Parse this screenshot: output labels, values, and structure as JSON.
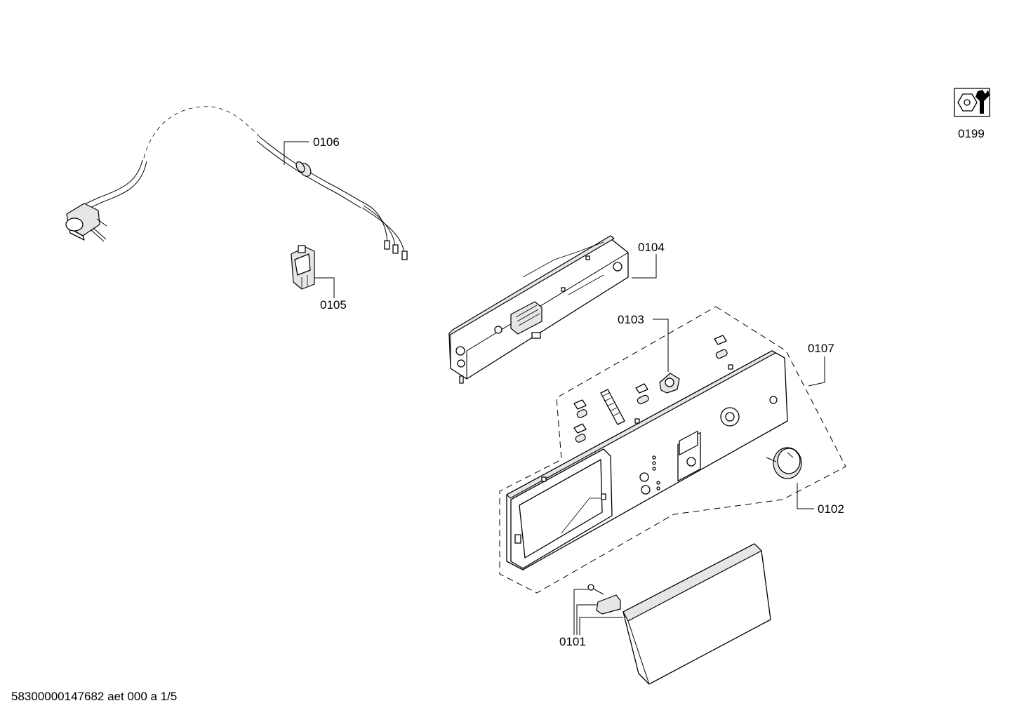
{
  "parts": [
    {
      "id": "p0106",
      "number": "0106"
    },
    {
      "id": "p0105",
      "number": "0105"
    },
    {
      "id": "p0104",
      "number": "0104"
    },
    {
      "id": "p0103",
      "number": "0103"
    },
    {
      "id": "p0107",
      "number": "0107"
    },
    {
      "id": "p0102",
      "number": "0102"
    },
    {
      "id": "p0101",
      "number": "0101"
    },
    {
      "id": "p0199",
      "number": "0199"
    }
  ],
  "footer": "58300000147682 aet 000 a 1/5",
  "icons": {
    "p0199": "wrench-nut-icon"
  }
}
